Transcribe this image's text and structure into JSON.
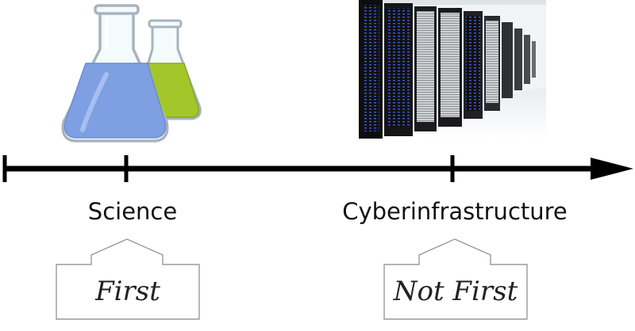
{
  "labels": {
    "science": "Science",
    "cyberinfrastructure": "Cyberinfrastructure"
  },
  "callouts": {
    "first": "First",
    "not_first": "Not First"
  },
  "icons": {
    "flasks": "laboratory-flasks-illustration",
    "servers": "server-room-photo"
  },
  "colors": {
    "line": "#000000",
    "flask_blue": "#7f9fe3",
    "flask_green": "#a3c72a"
  }
}
